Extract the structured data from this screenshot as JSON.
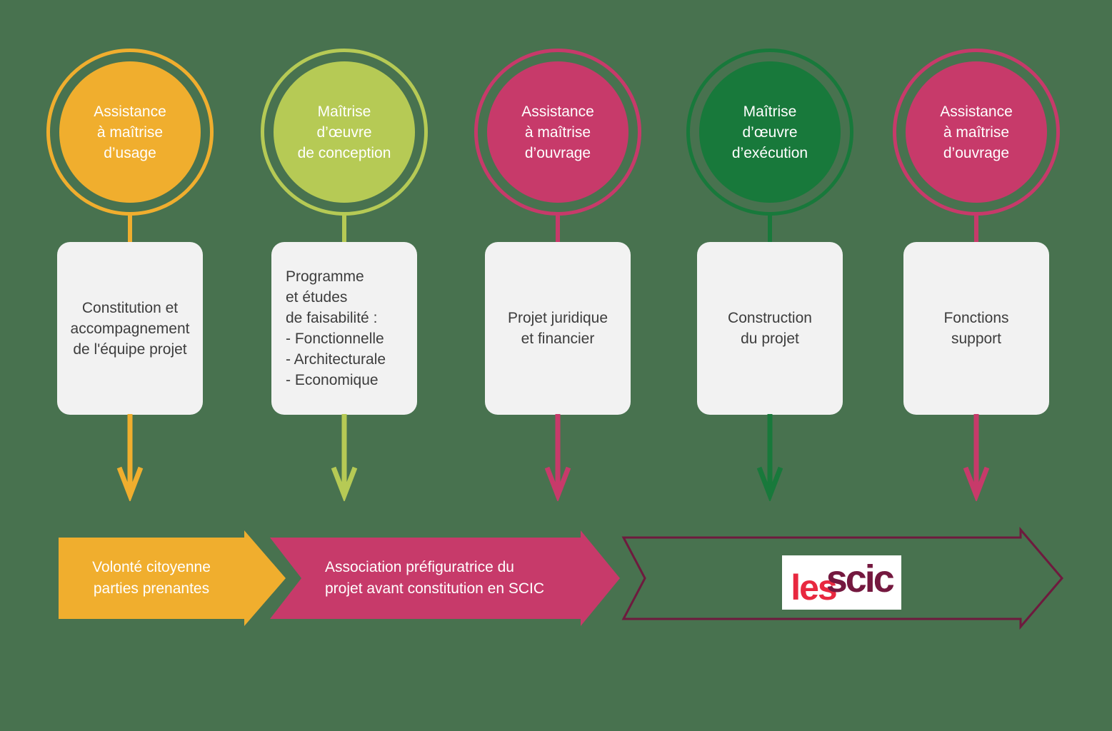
{
  "background": "#48724f",
  "box_fill": "#f2f2f2",
  "box_text_color": "#3d3d3d",
  "columns": [
    {
      "name": "assistance-maitrise-usage",
      "color": "#f0ae2e",
      "circle_lines": [
        "Assistance",
        "à maîtrise",
        "d’usage"
      ],
      "box_lines": [
        "Constitution et",
        "accompagnement",
        "de l'équipe projet"
      ],
      "box_align": "center"
    },
    {
      "name": "maitrise-oeuvre-conception",
      "color": "#b6ca55",
      "circle_lines": [
        "Maîtrise",
        "d’œuvre",
        "de conception"
      ],
      "box_lines": [
        "Programme",
        "et études",
        "de faisabilité :",
        "- Fonctionnelle",
        "- Architecturale",
        "- Economique"
      ],
      "box_align": "left"
    },
    {
      "name": "assistance-maitrise-ouvrage-1",
      "color": "#c73a6a",
      "circle_lines": [
        "Assistance",
        "à maîtrise",
        "d’ouvrage"
      ],
      "box_lines": [
        "Projet juridique",
        "et financier"
      ],
      "box_align": "center"
    },
    {
      "name": "maitrise-oeuvre-execution",
      "color": "#18793b",
      "circle_lines": [
        "Maîtrise",
        "d’œuvre",
        "d’exécution"
      ],
      "box_lines": [
        "Construction",
        "du projet"
      ],
      "box_align": "center"
    },
    {
      "name": "assistance-maitrise-ouvrage-2",
      "color": "#c73a6a",
      "circle_lines": [
        "Assistance",
        "à maîtrise",
        "d’ouvrage"
      ],
      "box_lines": [
        "Fonctions",
        "support"
      ],
      "box_align": "center"
    }
  ],
  "timeline": {
    "steps": [
      {
        "label_lines": [
          "Volonté citoyenne",
          "parties prenantes"
        ],
        "fill": "#f0ae2e",
        "text_color": "#ffffff"
      },
      {
        "label_lines": [
          "Association préfiguratrice du",
          "projet avant constitution en SCIC"
        ],
        "fill": "#c73a6a",
        "text_color": "#ffffff"
      },
      {
        "outline": "#6e1a3e",
        "logo": {
          "les": "les",
          "scic": "scic",
          "les_color": "#e8283f",
          "scic_color": "#74183f",
          "bg": "#ffffff"
        }
      }
    ]
  }
}
